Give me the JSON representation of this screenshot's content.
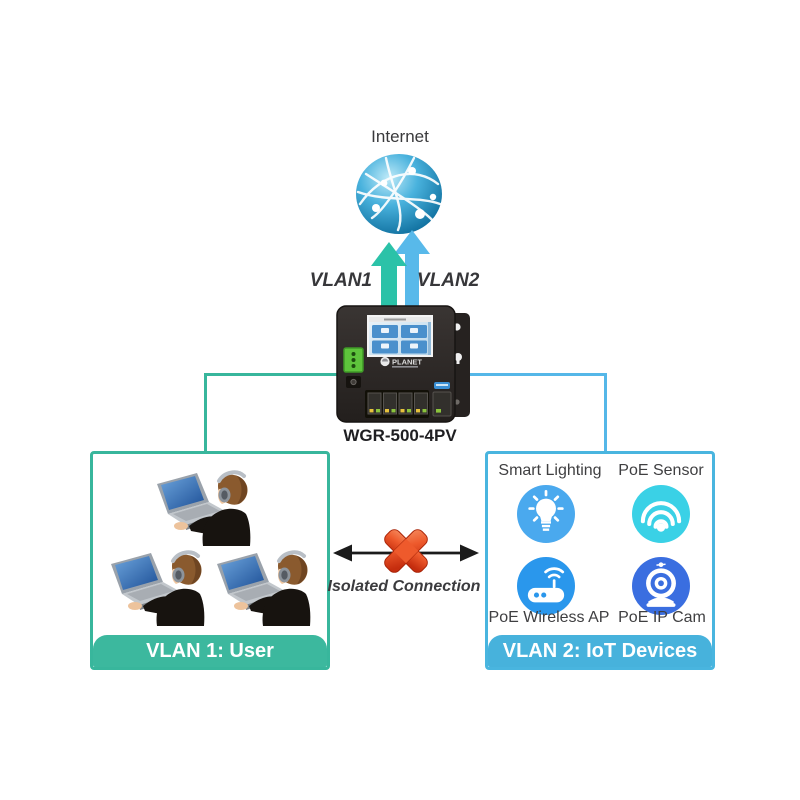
{
  "internet": {
    "label": "Internet"
  },
  "uplink": {
    "vlan1_label": "VLAN1",
    "vlan2_label": "VLAN2",
    "vlan1_arrow_color": "#2bc2a8",
    "vlan2_arrow_color": "#58b9ea"
  },
  "router": {
    "model": "WGR-500-4PV",
    "brand": "PLANET"
  },
  "vlan1_box": {
    "title": "VLAN 1: User",
    "accent_color": "#38b69c",
    "band_color": "#3cb89e",
    "users_shown": 3
  },
  "vlan2_box": {
    "title": "VLAN 2: IoT Devices",
    "accent_color": "#49b5df",
    "band_color": "#47b2dc",
    "devices": [
      {
        "label": "Smart Lighting",
        "icon": "light-bulb-icon",
        "color": "#4aa9ee"
      },
      {
        "label": "PoE Sensor",
        "icon": "wifi-sensor-icon",
        "color": "#3ad1e6"
      },
      {
        "label": "PoE Wireless AP",
        "icon": "wireless-ap-icon",
        "color": "#2a97ec"
      },
      {
        "label": "PoE IP Cam",
        "icon": "ip-camera-icon",
        "color": "#3a6ee0"
      }
    ]
  },
  "isolation": {
    "label": "Isolated Connection",
    "x_color": "#e0481f"
  }
}
